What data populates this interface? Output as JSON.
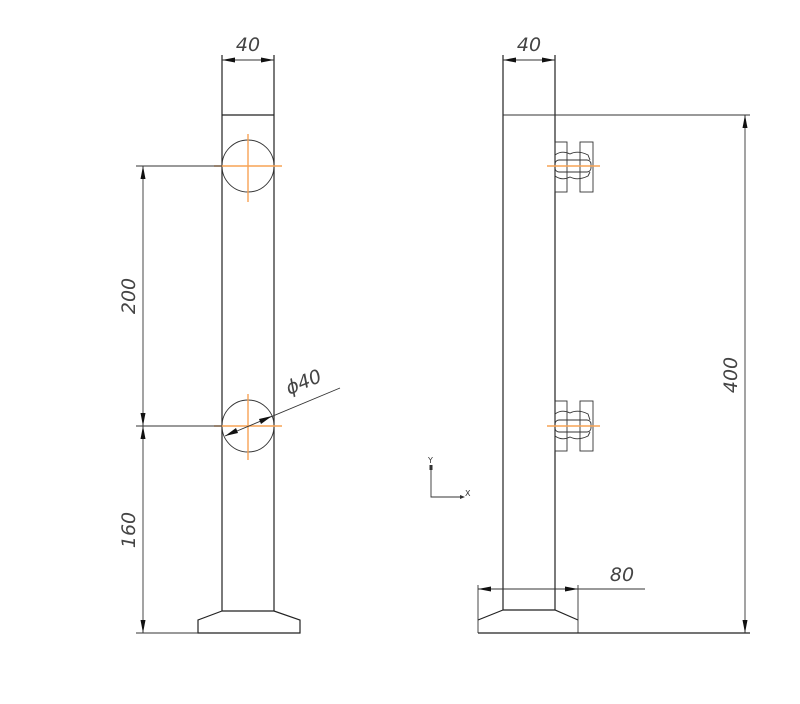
{
  "drawing": {
    "front_view": {
      "width_dim": "40",
      "hole_spacing_dim": "200",
      "bottom_offset_dim": "160",
      "hole_diameter_dim": "ϕ40"
    },
    "side_view": {
      "width_dim": "40",
      "height_dim": "400",
      "base_width_dim": "80"
    },
    "ucs": {
      "y_label": "Y",
      "x_label": "X"
    },
    "colors": {
      "line": "#222222",
      "centerline": "#f7a355"
    }
  }
}
